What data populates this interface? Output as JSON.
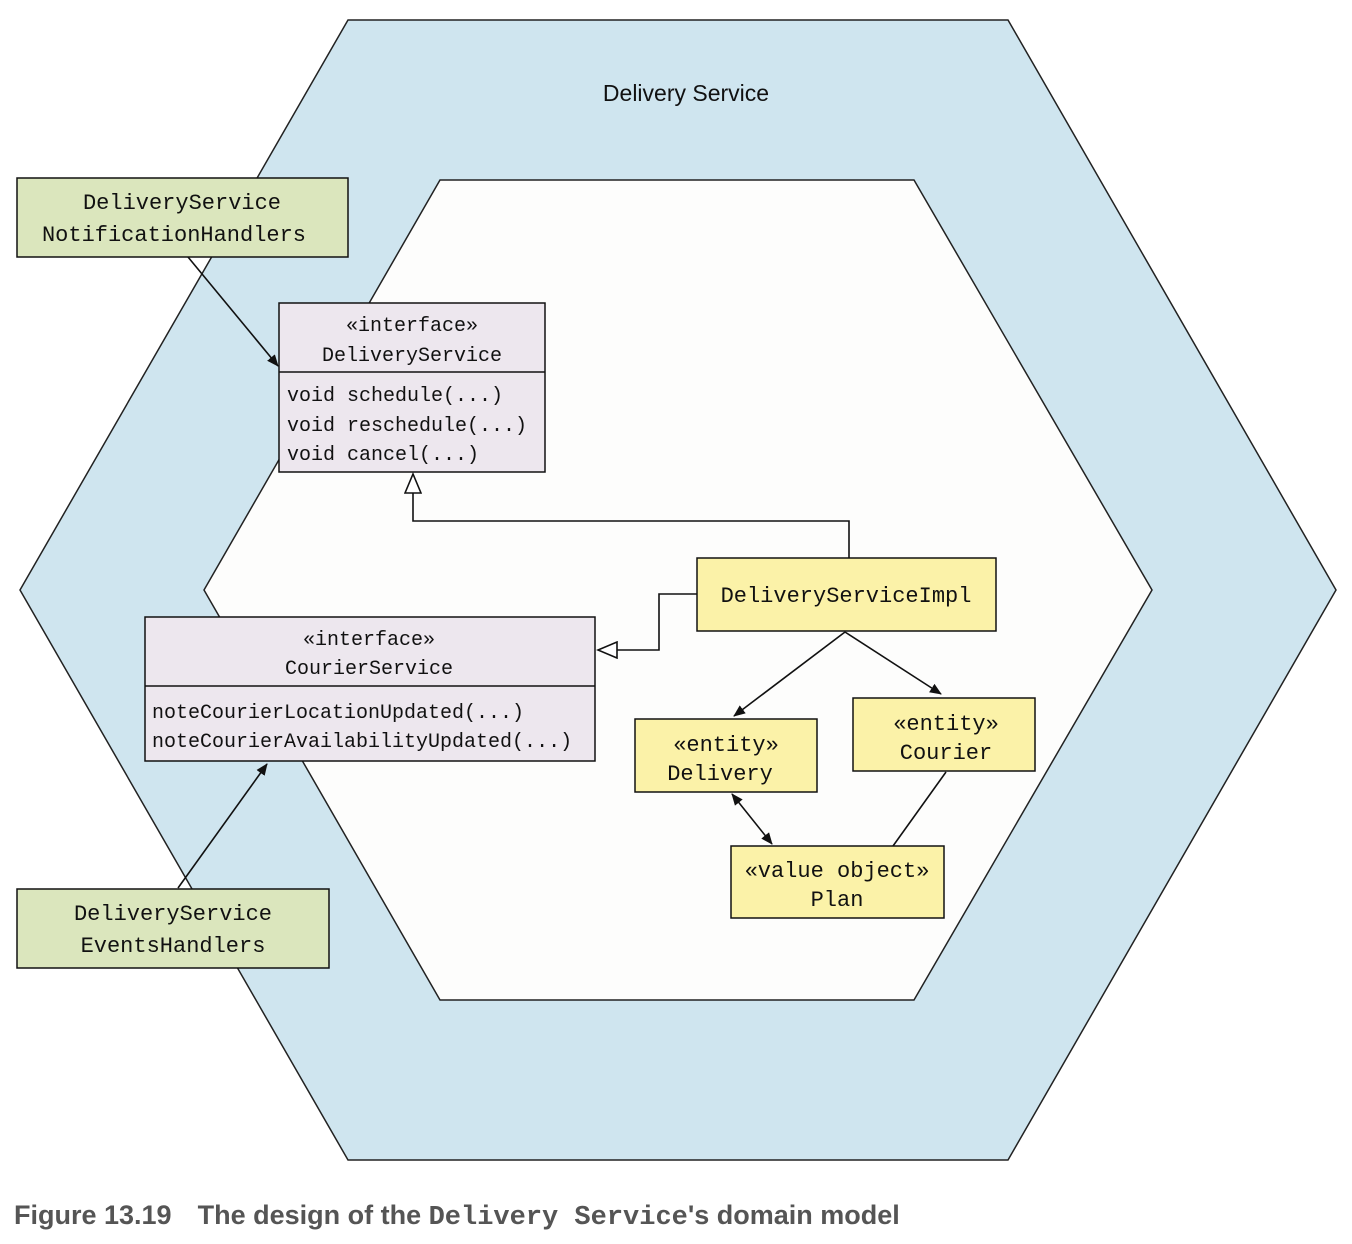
{
  "hexagon": {
    "label": "Delivery Service"
  },
  "handlers": {
    "notification": {
      "line1": "DeliveryService",
      "line2": "NotificationHandlers"
    },
    "events": {
      "line1": "DeliveryService",
      "line2": "EventsHandlers"
    }
  },
  "delivery_service_interface": {
    "stereotype": "«interface»",
    "name": "DeliveryService",
    "methods": [
      "void schedule(...)",
      "void reschedule(...)",
      "void cancel(...)"
    ]
  },
  "courier_service_interface": {
    "stereotype": "«interface»",
    "name": "CourierService",
    "methods": [
      "noteCourierLocationUpdated(...)",
      "noteCourierAvailabilityUpdated(...)"
    ]
  },
  "impl": {
    "name": "DeliveryServiceImpl"
  },
  "delivery_entity": {
    "stereotype": "«entity»",
    "name": "Delivery"
  },
  "courier_entity": {
    "stereotype": "«entity»",
    "name": "Courier"
  },
  "plan_value_object": {
    "stereotype": "«value object»",
    "name": "Plan"
  },
  "caption": {
    "number": "Figure 13.19",
    "text_before": "The design of the",
    "code": "Delivery Service",
    "text_after": "'s domain model"
  },
  "colors": {
    "outer_hexagon": "#cfe5ef",
    "inner_hexagon": "#fdfdfc",
    "handler_box": "#dbe6bd",
    "interface_box": "#ede7ee",
    "domain_box": "#fbf2a8",
    "caption": "#555555"
  }
}
